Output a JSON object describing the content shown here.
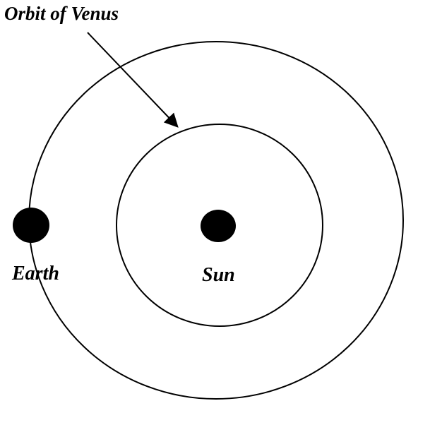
{
  "labels": {
    "orbit_of_venus": "Orbit of Venus",
    "earth": "Earth",
    "sun": "Sun"
  },
  "colors": {
    "stroke": "#000000",
    "fill_body": "#000000",
    "background": "#ffffff"
  }
}
